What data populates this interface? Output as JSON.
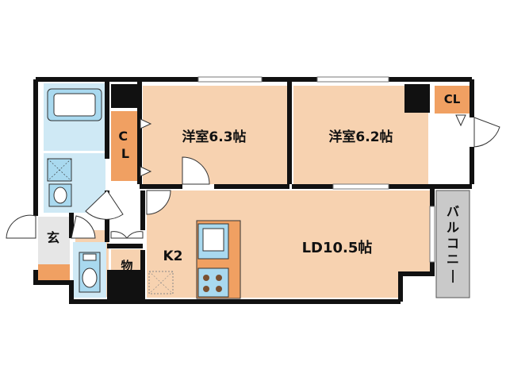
{
  "rooms": {
    "western_room_1": "洋室6.3帖",
    "western_room_2": "洋室6.2帖",
    "closet_1": "CL",
    "closet_2": "CL",
    "living_dining": "LD10.5帖",
    "kitchen": "K2",
    "entrance": "玄",
    "storage": "物",
    "balcony": "バルコニー"
  },
  "colors": {
    "room_floor": "#f7d2b0",
    "closet": "#f0a062",
    "wet_area": "#cfe9f5",
    "balcony": "#c9c9c9",
    "wall": "#111111",
    "fixture_blue": "#a9d9ef"
  }
}
